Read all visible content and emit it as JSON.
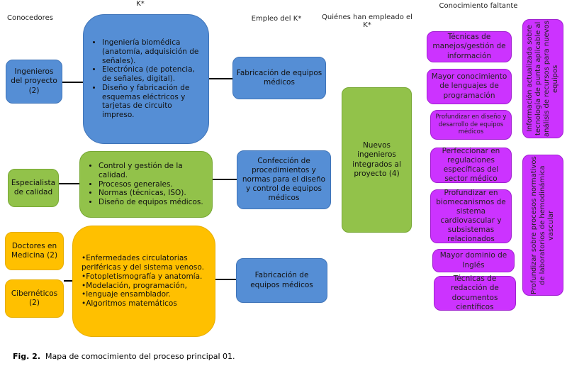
{
  "headers": {
    "kstar": "K*",
    "conocedores": "Conocedores",
    "empleo": "Empleo del K*",
    "quienes": "Quiénes han empleado el K*",
    "faltante": "Conocimiento faltante"
  },
  "knowers": {
    "ingenieros": "Ingenieros del proyecto (2)",
    "especialista": "Especialista de calidad",
    "doctores": "Doctores en Medicina (2)",
    "ciberneticos": "Cibernéticos (2)"
  },
  "knowledge": {
    "blue": [
      "Ingeniería biomédica (anatomía, adquisición de señales).",
      "Electrónica (de potencia, de señales, digital).",
      "Diseño y fabricación de esquemas eléctricos y tarjetas de circuito impreso."
    ],
    "green": [
      "Control y gestión de la calidad.",
      "Procesos generales.",
      "Normas (técnicas, ISO).",
      "Diseño de equipos médicos."
    ],
    "orange": [
      "•Enfermedades circulatorias periféricas y del sistema venoso.",
      "•Fotopletismografía  y anatomía.",
      "•Modelación, programación,",
      "•lenguaje ensamblador.",
      "•Algoritmos matemáticos"
    ]
  },
  "uses": {
    "fab1": "Fabricación de equipos médicos",
    "confeccion": "Confección de procedimientos y normas para el diseño y control de equipos médicos",
    "fab2": "Fabricación de equipos médicos"
  },
  "users": {
    "nuevos": "Nuevos ingenieros integrados al proyecto (4)"
  },
  "missing": [
    "Técnicas de manejos/gestión de información",
    "Mayor conocimiento de lenguajes de programación",
    "Profundizar en diseño y desarrollo de equipos médicos",
    "Perfeccionar en regulaciones específicas del sector médico",
    "Profundizar en biomecanismos de sistema cardiovascular y subsistemas relacionados",
    "Mayor dominio de Inglés",
    "Técnicas de redacción de documentos científicos"
  ],
  "missing_tall": [
    "Información actualizada sobre tecnología de punta aplicable al análisis de recursos para nuevos equipos",
    "Profundizar sobre procesos normativos de laboratorios de hemodinámica vascular"
  ],
  "caption": {
    "label": "Fig. 2.",
    "text": "Mapa de comocimiento del proceso principal 01."
  }
}
